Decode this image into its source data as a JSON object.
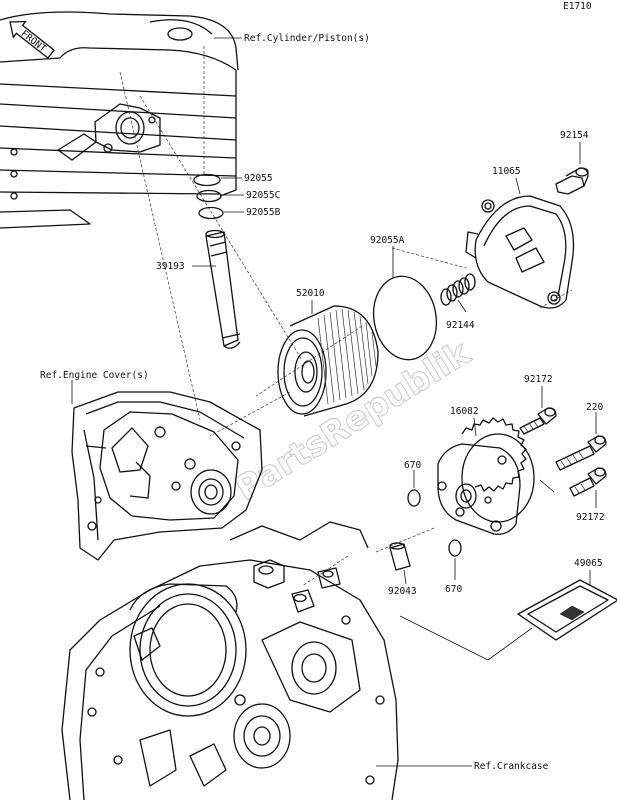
{
  "diagram_code": "E1710",
  "front_marker": "FRONT",
  "watermark": "PartsRepublik",
  "refs": {
    "cylinder": "Ref.Cylinder/Piston(s)",
    "engine_cover": "Ref.Engine Cover(s)",
    "crankcase": "Ref.Crankcase"
  },
  "parts": {
    "p92055": "92055",
    "p92055c": "92055C",
    "p92055b": "92055B",
    "p39193": "39193",
    "p52010": "52010",
    "p92055a": "92055A",
    "p11065": "11065",
    "p92154": "92154",
    "p92144": "92144",
    "p16082": "16082",
    "p92172_top": "92172",
    "p220": "220",
    "p92172_bottom": "92172",
    "p670_left": "670",
    "p670_right": "670",
    "p92043": "92043",
    "p49065": "49065"
  }
}
